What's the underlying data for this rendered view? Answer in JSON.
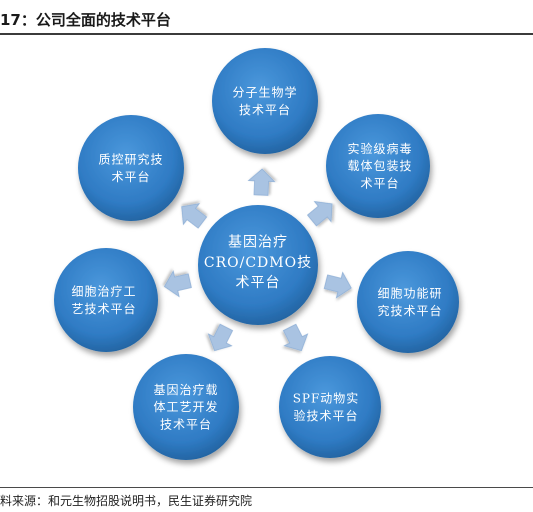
{
  "header": {
    "title": "17：公司全面的技术平台"
  },
  "center": {
    "lines": [
      "基因治疗",
      "CRO/CDMO技",
      "术平台"
    ]
  },
  "platforms": [
    {
      "id": "molecular-biology",
      "lines": [
        "分子生物学",
        "技术平台"
      ]
    },
    {
      "id": "viral-vector",
      "lines": [
        "实验级病毒",
        "载体包装技",
        "术平台"
      ]
    },
    {
      "id": "cell-function",
      "lines": [
        "细胞功能研",
        "究技术平台"
      ]
    },
    {
      "id": "spf-animal",
      "lines": [
        "SPF动物实",
        "验技术平台"
      ]
    },
    {
      "id": "gene-therapy-vector",
      "lines": [
        "基因治疗载",
        "体工艺开发",
        "技术平台"
      ]
    },
    {
      "id": "cell-therapy-process",
      "lines": [
        "细胞治疗工",
        "艺技术平台"
      ]
    },
    {
      "id": "quality-control",
      "lines": [
        "质控研究技",
        "术平台"
      ]
    }
  ],
  "footer": {
    "source": "料来源：和元生物招股说明书，民生证券研究院"
  },
  "colors": {
    "circle": "#2f7bc4",
    "arrow": "#a9c3e2",
    "text": "#ffffff"
  }
}
